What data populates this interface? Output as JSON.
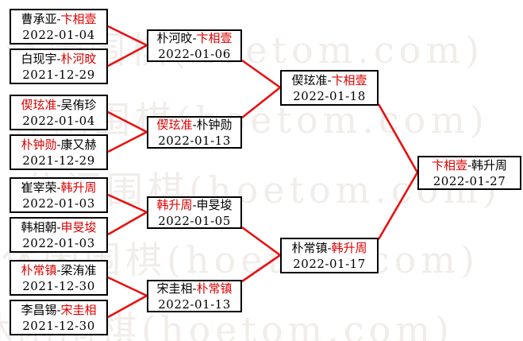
{
  "watermark": {
    "text": "休闲围棋(hoetom.com)"
  },
  "separator": "-",
  "colors": {
    "winner_text": "#dd0000",
    "connector_line": "#e81111",
    "box_border": "#000000"
  },
  "matches": {
    "r1m1": {
      "p1": "曹承亚",
      "p2": "卞相壹",
      "winner": 2,
      "date": "2022-01-04"
    },
    "r1m2": {
      "p1": "白现宇",
      "p2": "朴河旼",
      "winner": 2,
      "date": "2021-12-29"
    },
    "r1m3": {
      "p1": "偰玹准",
      "p2": "吴侑珍",
      "winner": 1,
      "date": "2022-01-04"
    },
    "r1m4": {
      "p1": "朴钟勋",
      "p2": "康又赫",
      "winner": 1,
      "date": "2021-12-29"
    },
    "r1m5": {
      "p1": "崔宰荣",
      "p2": "韩升周",
      "winner": 2,
      "date": "2022-01-03"
    },
    "r1m6": {
      "p1": "韩相朝",
      "p2": "申旻埈",
      "winner": 2,
      "date": "2022-01-03"
    },
    "r1m7": {
      "p1": "朴常镇",
      "p2": "梁洧准",
      "winner": 1,
      "date": "2021-12-30"
    },
    "r1m8": {
      "p1": "李昌锡",
      "p2": "宋圭相",
      "winner": 2,
      "date": "2021-12-30"
    },
    "r2m1": {
      "p1": "朴河旼",
      "p2": "卞相壹",
      "winner": 2,
      "date": "2022-01-06"
    },
    "r2m2": {
      "p1": "偰玹准",
      "p2": "朴钟勋",
      "winner": 1,
      "date": "2022-01-13"
    },
    "r2m3": {
      "p1": "韩升周",
      "p2": "申旻埈",
      "winner": 1,
      "date": "2022-01-05"
    },
    "r2m4": {
      "p1": "宋圭相",
      "p2": "朴常镇",
      "winner": 2,
      "date": "2022-01-13"
    },
    "sf1": {
      "p1": "偰玹准",
      "p2": "卞相壹",
      "winner": 2,
      "date": "2022-01-18"
    },
    "sf2": {
      "p1": "朴常镇",
      "p2": "韩升周",
      "winner": 2,
      "date": "2022-01-17"
    },
    "f1": {
      "p1": "卞相壹",
      "p2": "韩升周",
      "winner": 1,
      "date": "2022-01-27"
    }
  }
}
